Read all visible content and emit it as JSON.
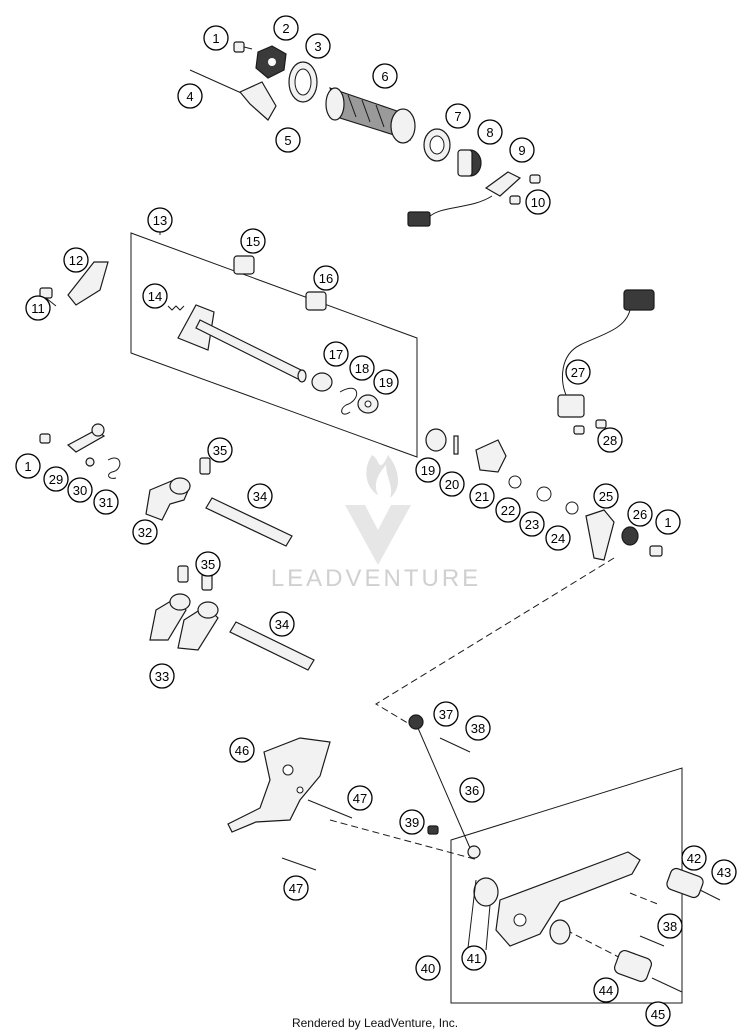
{
  "watermark": {
    "brand": "LEADVENTURE"
  },
  "credit": "Rendered by LeadVenture, Inc.",
  "callouts": [
    "1",
    "2",
    "3",
    "4",
    "5",
    "6",
    "7",
    "8",
    "9",
    "10",
    "11",
    "12",
    "13",
    "14",
    "15",
    "16",
    "17",
    "18",
    "19",
    "20",
    "21",
    "22",
    "23",
    "24",
    "25",
    "26",
    "27",
    "28",
    "29",
    "30",
    "31",
    "32",
    "33",
    "34",
    "35",
    "36",
    "37",
    "38",
    "39",
    "40",
    "41",
    "42",
    "43",
    "44",
    "45",
    "46",
    "47"
  ]
}
